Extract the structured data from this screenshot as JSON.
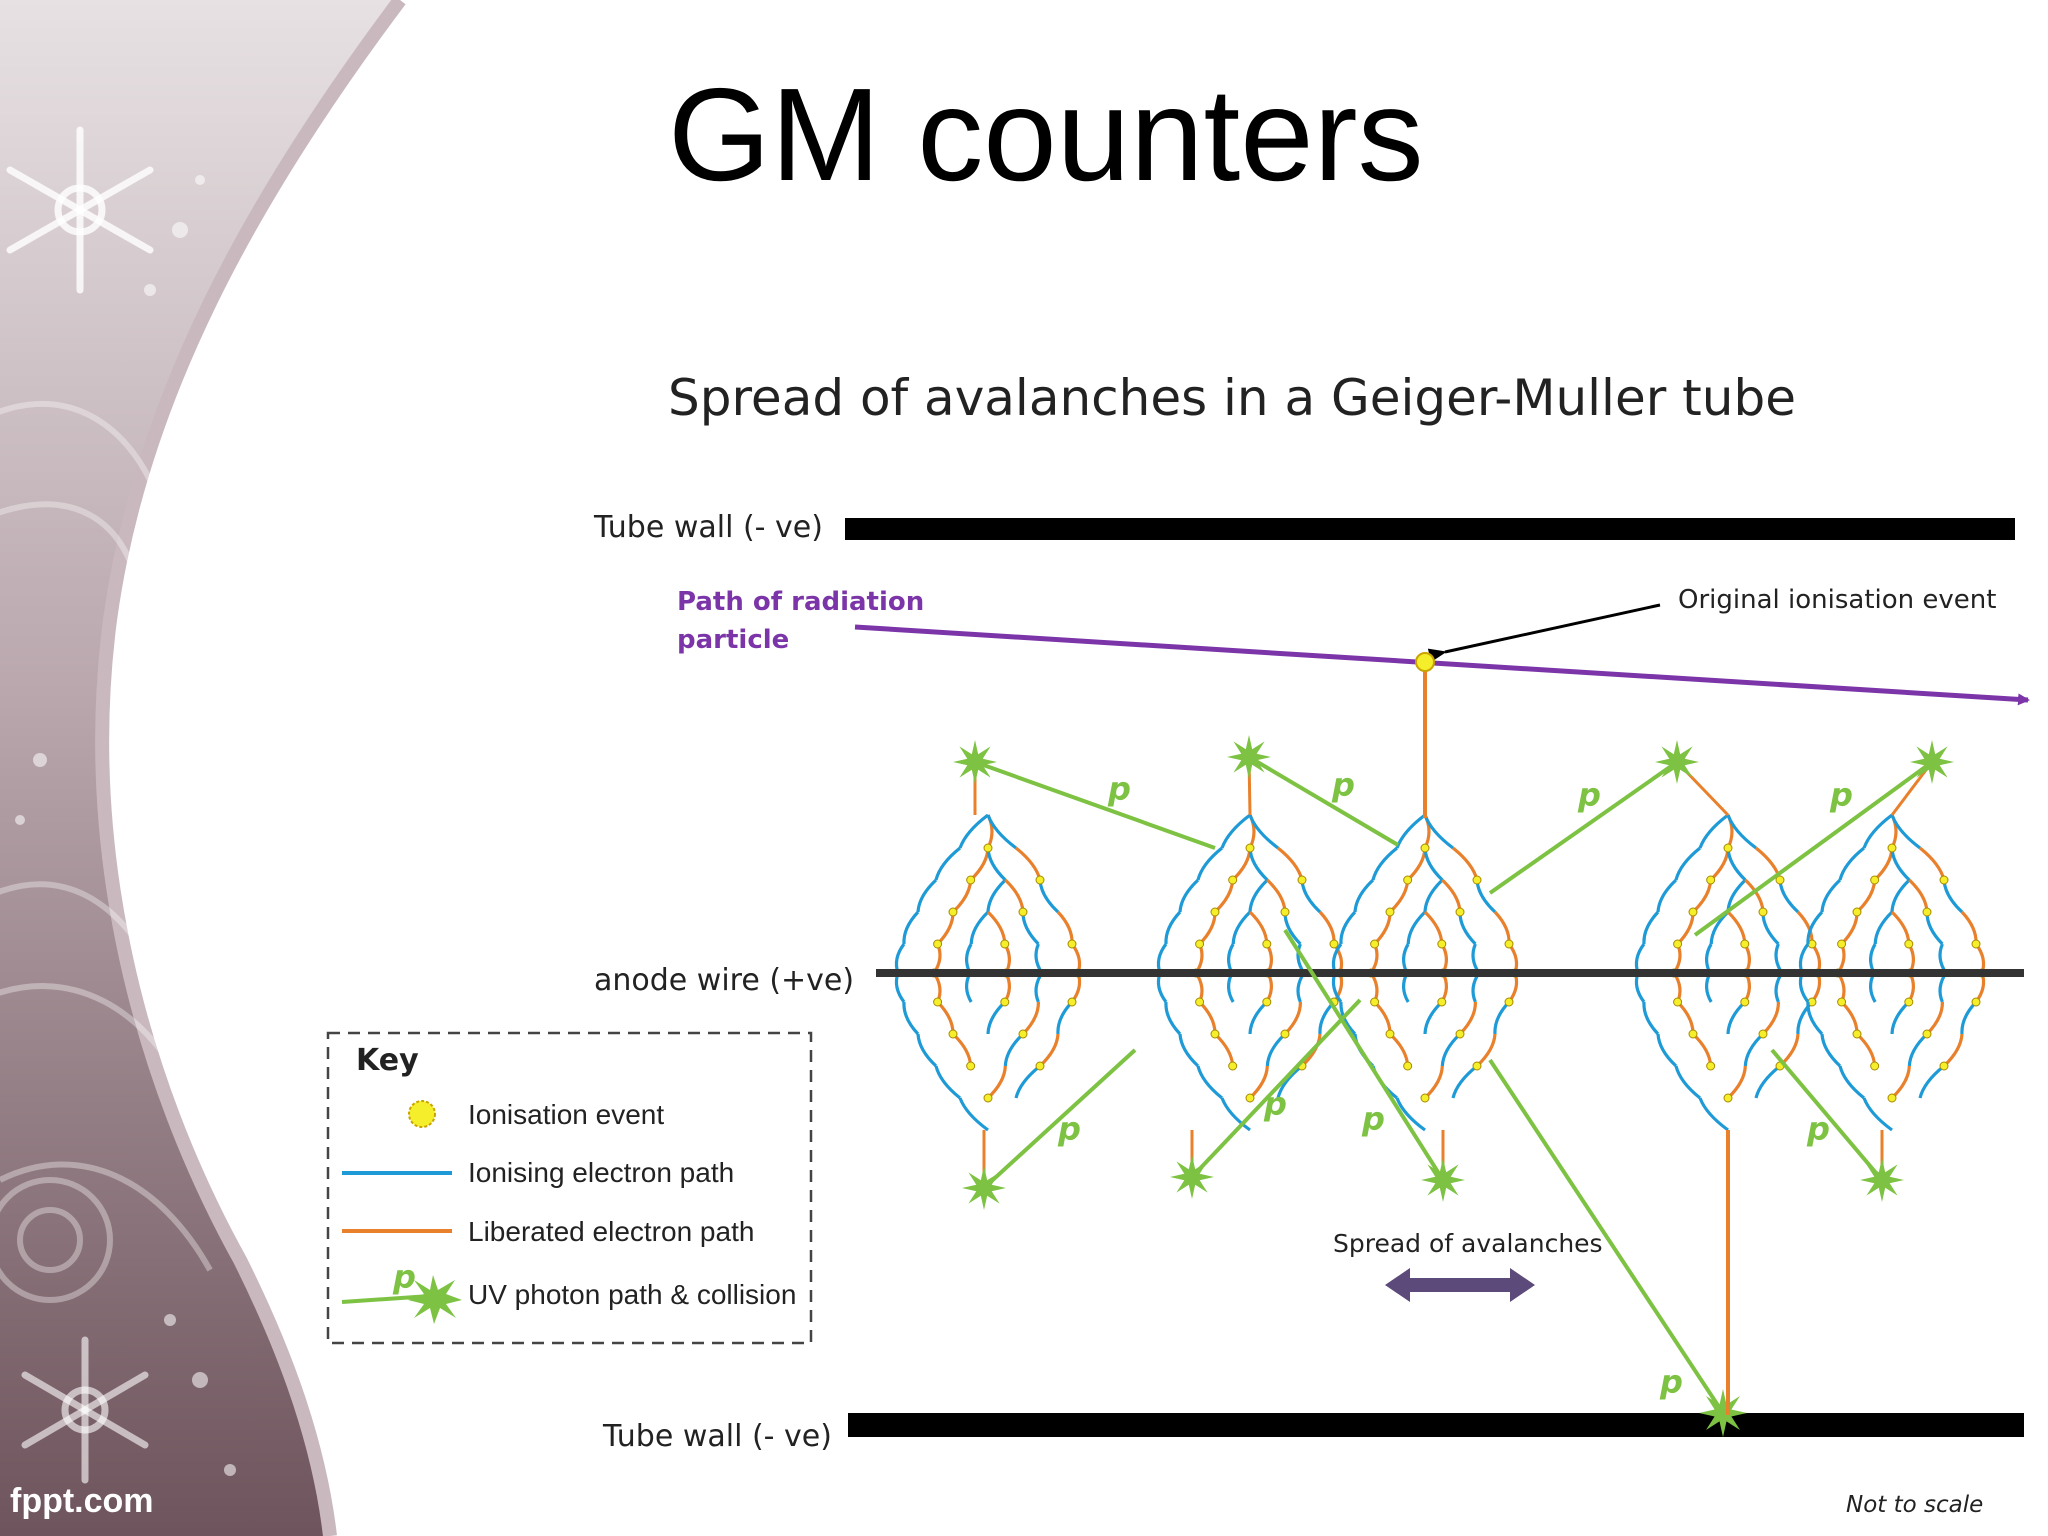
{
  "slide": {
    "title": "GM counters",
    "brand": "fppt.com"
  },
  "diagram": {
    "heading": "Spread of avalanches in a Geiger-Muller  tube",
    "tube_wall_top": "Tube wall (- ve)",
    "tube_wall_bottom": "Tube wall (- ve)",
    "anode_wire": "anode wire  (+ve)",
    "radiation_path_line1": "Path of radiation",
    "radiation_path_line2": "particle",
    "original_event": "Original ionisation event",
    "spread_label": "Spread of avalanches",
    "photon_label": "p",
    "scale_note": "Not to scale",
    "colors": {
      "ionising": "#1e9ad6",
      "liberated": "#e8802c",
      "photon": "#7dc242",
      "radiation": "#7b35a8",
      "event": "#f5ee2a",
      "arrow": "#5b4a7a"
    }
  },
  "key": {
    "title": "Key",
    "items": [
      {
        "label": "Ionisation event",
        "icon": "ionisation-event-icon"
      },
      {
        "label": "Ionising electron path",
        "icon": "blue-line-icon"
      },
      {
        "label": "Liberated electron path",
        "icon": "orange-line-icon"
      },
      {
        "label": "UV photon path & collision",
        "icon": "photon-star-icon"
      }
    ]
  }
}
